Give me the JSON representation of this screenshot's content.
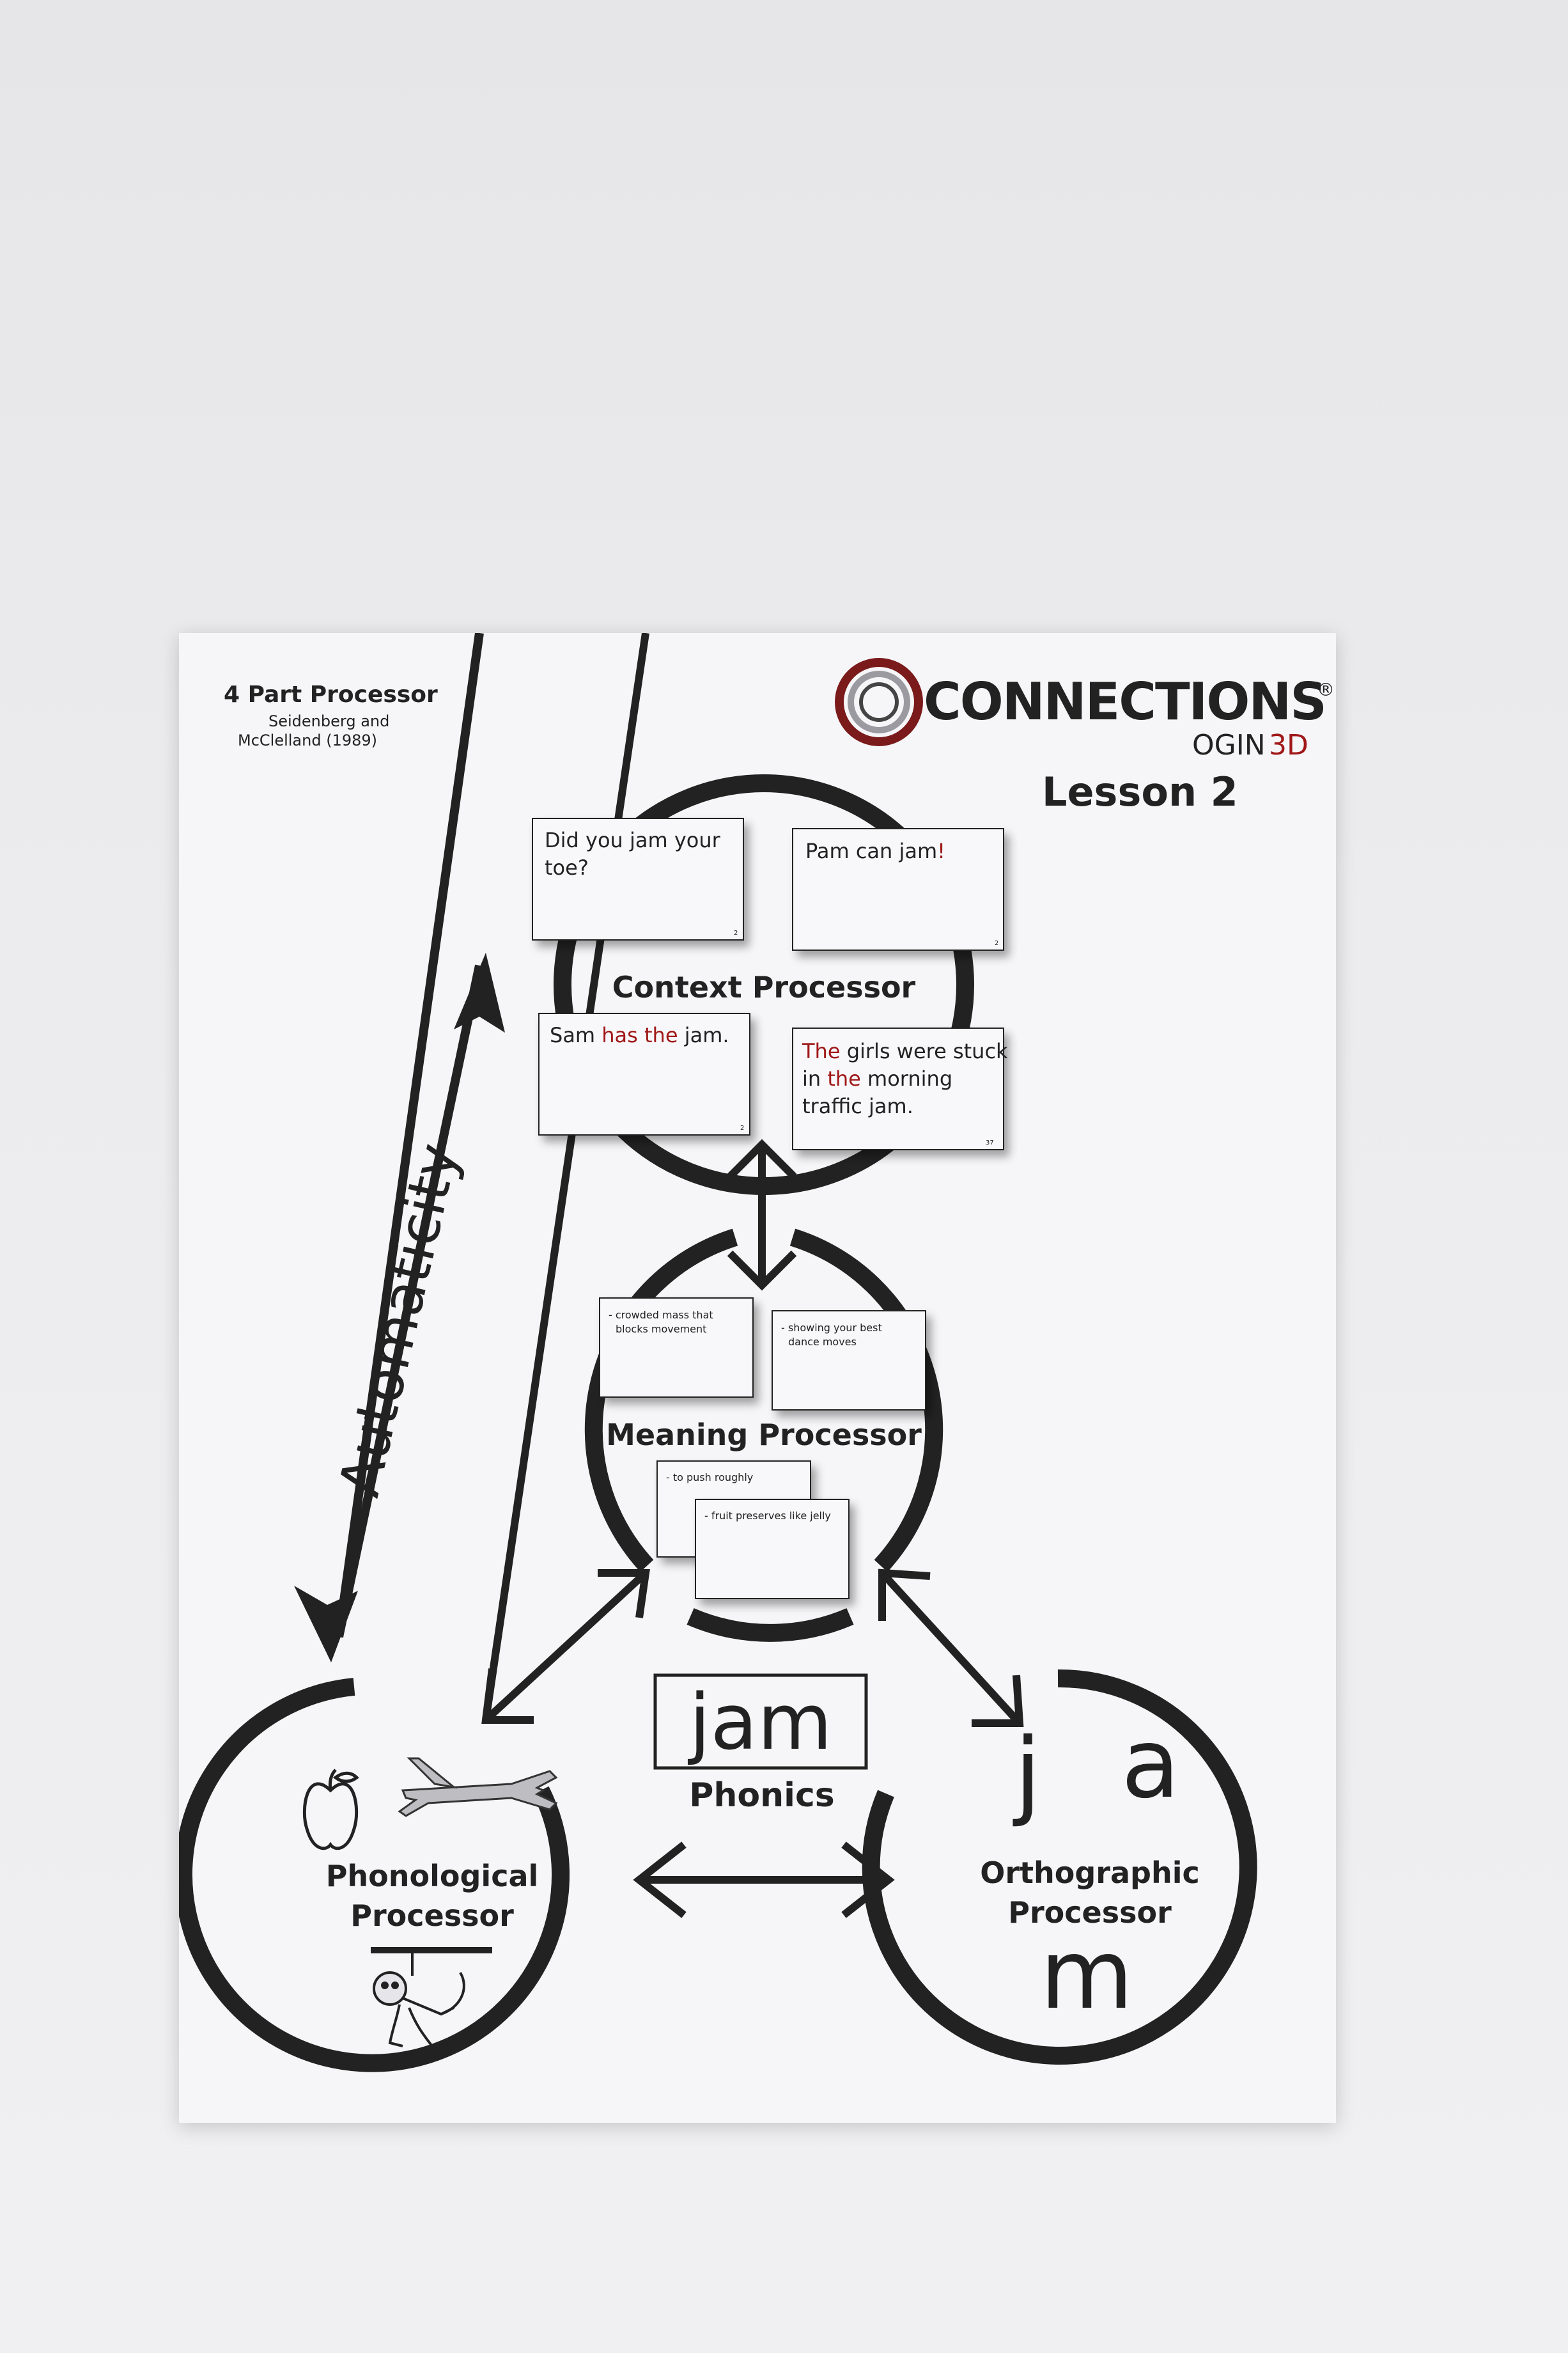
{
  "header": {
    "title": "4 Part Processor",
    "credit_line1": "Seidenberg and",
    "credit_line2": "McClelland (1989)",
    "brand": "CONNECTIONS",
    "registered": "®",
    "brand_sub_1": "OGIN",
    "brand_sub_2": "3D",
    "lesson": "Lesson 2"
  },
  "automaticity": "Automaticity",
  "context": {
    "label": "Context Processor",
    "card1": {
      "line1": "Did you jam your",
      "line2": "toe?",
      "num": "2"
    },
    "card2": {
      "pre": "Pam can jam",
      "mark": "!",
      "num": "2"
    },
    "card3": {
      "pre": "Sam ",
      "red": "has the",
      "post": " jam.",
      "num": "2"
    },
    "card4": {
      "l1_red": "The",
      "l1": " girls were stuck",
      "l2_pre": "in ",
      "l2_red": "the",
      "l2_post": " morning",
      "l3": "traffic jam.",
      "num": "37"
    }
  },
  "meaning": {
    "label": "Meaning Processor",
    "def1_l1": "- crowded mass that",
    "def1_l2": "blocks movement",
    "def2_l1": "- showing your best",
    "def2_l2": "dance moves",
    "def3": "- to push roughly",
    "def4": "- fruit preserves like jelly"
  },
  "phonics": {
    "word": "jam",
    "label": "Phonics"
  },
  "phonological": {
    "line1": "Phonological",
    "line2": "Processor"
  },
  "orthographic": {
    "line1": "Orthographic",
    "line2": "Processor",
    "letter_j": "j",
    "letter_a": "a",
    "letter_m": "m"
  },
  "colors": {
    "ring": "#222222",
    "accent_red": "#a01818",
    "board": "#f6f6f8"
  }
}
